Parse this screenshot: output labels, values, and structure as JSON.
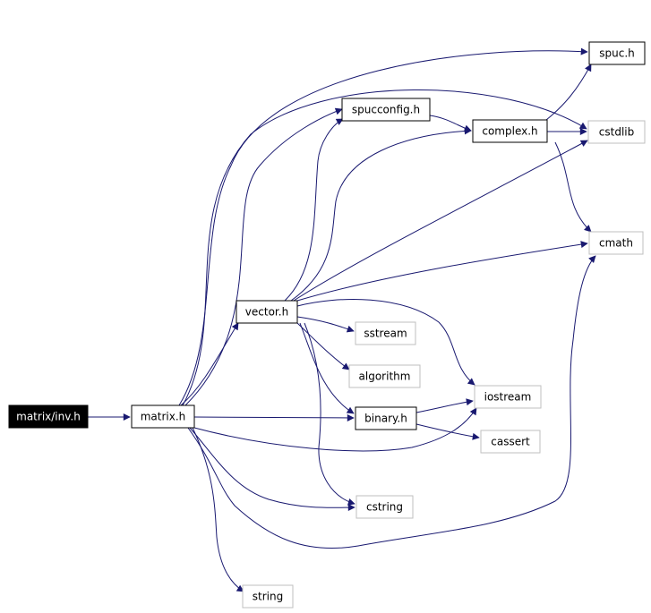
{
  "diagram": {
    "colors": {
      "edge": "#191970",
      "node_border": "#000000",
      "external_border": "#bfbfbf",
      "root_fill": "#000000",
      "root_text": "#ffffff",
      "text": "#000000"
    },
    "nodes": [
      {
        "id": "inv_h",
        "label": "matrix/inv.h",
        "kind": "root"
      },
      {
        "id": "matrix_h",
        "label": "matrix.h",
        "kind": "local"
      },
      {
        "id": "vector_h",
        "label": "vector.h",
        "kind": "local"
      },
      {
        "id": "spucconfig_h",
        "label": "spucconfig.h",
        "kind": "local"
      },
      {
        "id": "complex_h",
        "label": "complex.h",
        "kind": "local"
      },
      {
        "id": "spuc_h",
        "label": "spuc.h",
        "kind": "local"
      },
      {
        "id": "binary_h",
        "label": "binary.h",
        "kind": "local"
      },
      {
        "id": "cstdlib",
        "label": "cstdlib",
        "kind": "external"
      },
      {
        "id": "cmath",
        "label": "cmath",
        "kind": "external"
      },
      {
        "id": "sstream",
        "label": "sstream",
        "kind": "external"
      },
      {
        "id": "algorithm",
        "label": "algorithm",
        "kind": "external"
      },
      {
        "id": "iostream",
        "label": "iostream",
        "kind": "external"
      },
      {
        "id": "cassert",
        "label": "cassert",
        "kind": "external"
      },
      {
        "id": "cstring",
        "label": "cstring",
        "kind": "external"
      },
      {
        "id": "string",
        "label": "string",
        "kind": "external"
      }
    ],
    "edges": [
      {
        "from": "inv_h",
        "to": "matrix_h"
      },
      {
        "from": "matrix_h",
        "to": "vector_h"
      },
      {
        "from": "matrix_h",
        "to": "spuc_h"
      },
      {
        "from": "matrix_h",
        "to": "cstdlib"
      },
      {
        "from": "matrix_h",
        "to": "spucconfig_h"
      },
      {
        "from": "matrix_h",
        "to": "binary_h"
      },
      {
        "from": "matrix_h",
        "to": "iostream"
      },
      {
        "from": "matrix_h",
        "to": "cstring"
      },
      {
        "from": "matrix_h",
        "to": "cmath"
      },
      {
        "from": "matrix_h",
        "to": "string"
      },
      {
        "from": "vector_h",
        "to": "spucconfig_h"
      },
      {
        "from": "vector_h",
        "to": "complex_h"
      },
      {
        "from": "vector_h",
        "to": "cstdlib"
      },
      {
        "from": "vector_h",
        "to": "cmath"
      },
      {
        "from": "vector_h",
        "to": "sstream"
      },
      {
        "from": "vector_h",
        "to": "algorithm"
      },
      {
        "from": "vector_h",
        "to": "iostream"
      },
      {
        "from": "vector_h",
        "to": "binary_h"
      },
      {
        "from": "vector_h",
        "to": "cstring"
      },
      {
        "from": "spucconfig_h",
        "to": "complex_h"
      },
      {
        "from": "complex_h",
        "to": "spuc_h"
      },
      {
        "from": "complex_h",
        "to": "cstdlib"
      },
      {
        "from": "complex_h",
        "to": "cmath"
      },
      {
        "from": "binary_h",
        "to": "iostream"
      },
      {
        "from": "binary_h",
        "to": "cassert"
      }
    ]
  }
}
